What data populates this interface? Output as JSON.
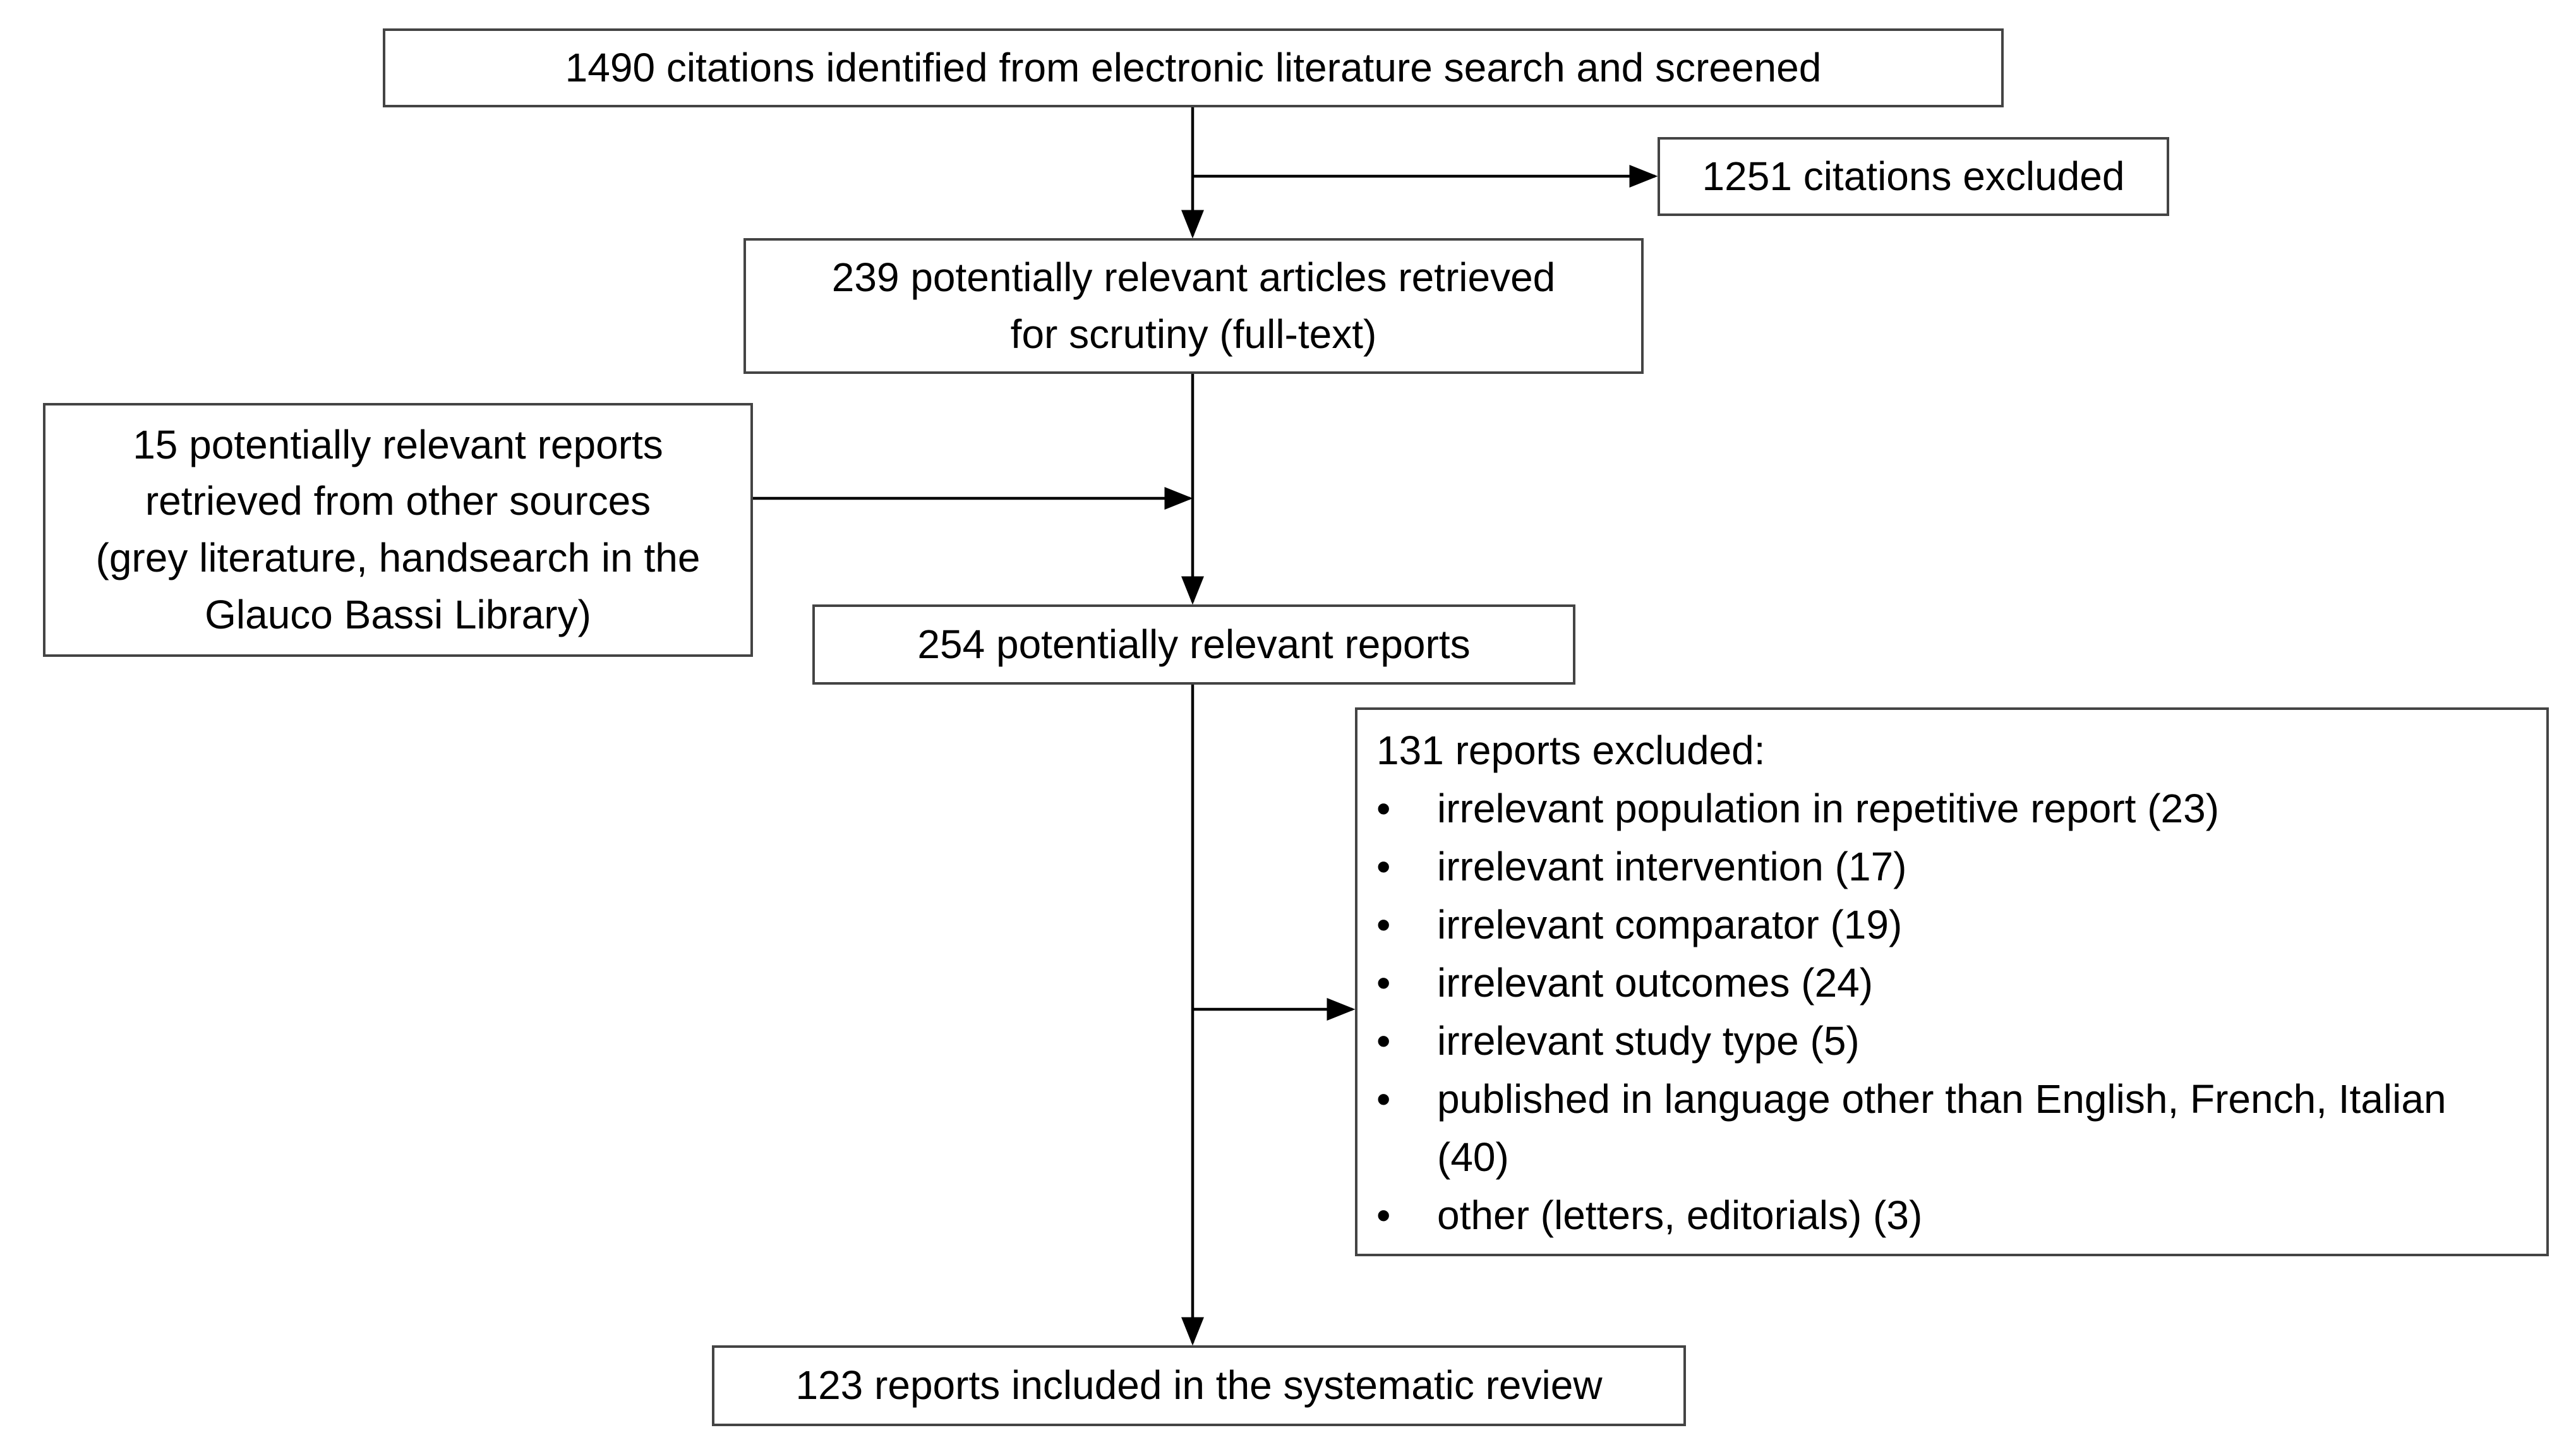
{
  "nodes": {
    "citations_identified": "1490 citations identified from electronic literature search and screened",
    "citations_excluded": "1251 citations excluded",
    "articles_retrieved": "239 potentially relevant articles retrieved\nfor scrutiny (full-text)",
    "other_sources": "15 potentially relevant reports\nretrieved from other sources\n(grey literature, handsearch in the\nGlauco Bassi Library)",
    "relevant_reports": "254 potentially relevant reports",
    "reports_excluded": {
      "heading": "131 reports excluded:",
      "bullet_glyph": "•",
      "items": [
        "irrelevant population in repetitive report (23)",
        "irrelevant intervention (17)",
        "irrelevant comparator (19)",
        "irrelevant outcomes (24)",
        "irrelevant study type (5)",
        "published in language other than English, French, Italian (40)",
        "other (letters, editorials) (3)"
      ]
    },
    "reports_included": "123 reports included in the systematic  review"
  },
  "colors": {
    "box_border": "#444444",
    "arrow": "#000000",
    "text": "#000000",
    "background": "#ffffff"
  }
}
